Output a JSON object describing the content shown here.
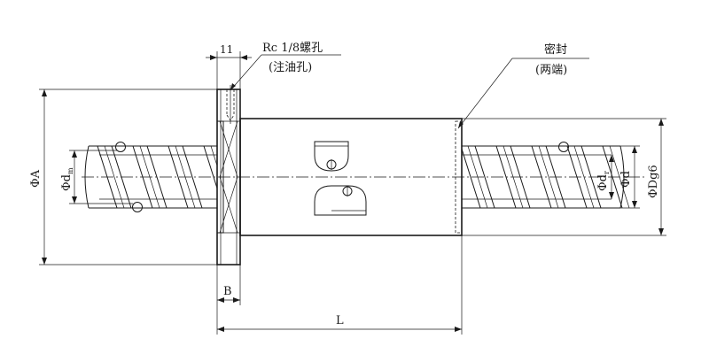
{
  "labels": {
    "dim_11": "11",
    "note_rc": "Rc 1/8螺孔",
    "note_rc_sub": "(注油孔)",
    "note_seal": "密封",
    "note_seal_sub": "(两端)",
    "dim_A": "ΦA",
    "dim_dm": "Φd",
    "dim_dm_sub": "m",
    "dim_dr": "Φd",
    "dim_dr_sub": "r",
    "dim_d": "Φd",
    "dim_D": "ΦDg6",
    "dim_B": "B",
    "dim_L": "L"
  }
}
